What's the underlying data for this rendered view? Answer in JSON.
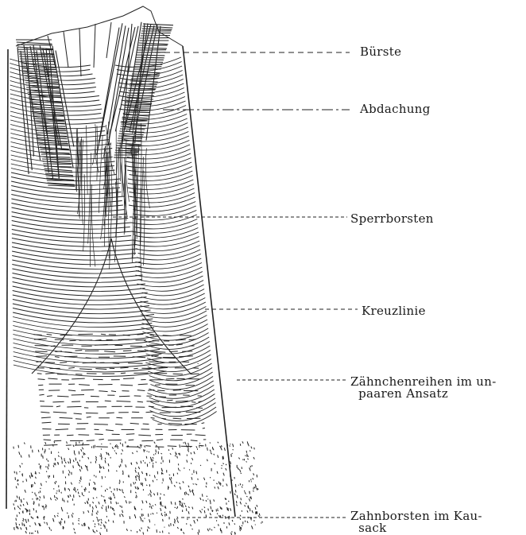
{
  "figure": {
    "ink_color": "#222222",
    "background_color": "#ffffff",
    "labels": [
      {
        "id": "buerste",
        "text": "Bürste"
      },
      {
        "id": "abdachung",
        "text": "Abdachung"
      },
      {
        "id": "sperrborsten",
        "text": "Sperrborsten"
      },
      {
        "id": "kreuzlinie",
        "text": "Kreuzlinie"
      },
      {
        "id": "zaehnchenreihen",
        "text": "Zähnchenreihen im un-\n  paaren Ansatz"
      },
      {
        "id": "zahnborsten",
        "text": "Zahnborsten im Kau-\n  sack"
      }
    ]
  }
}
